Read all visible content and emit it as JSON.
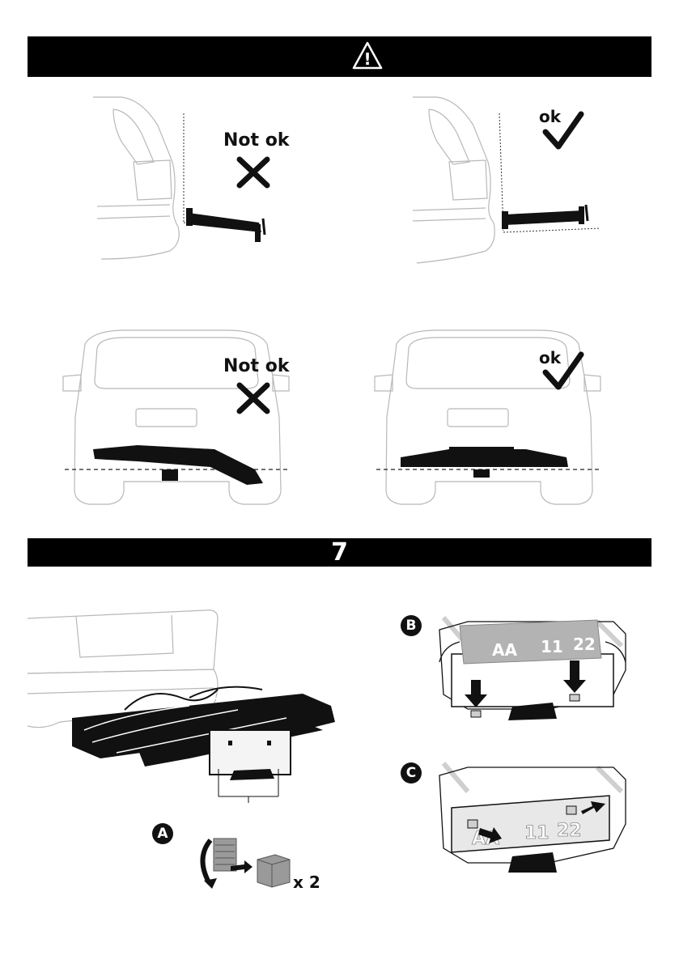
{
  "warning": {
    "icon": "warning-triangle-icon",
    "symbol": "!"
  },
  "checks": {
    "side_bad": "Not ok",
    "side_good": "ok",
    "rear_bad": "Not ok",
    "rear_good": "ok"
  },
  "step": {
    "number": "7"
  },
  "callouts": {
    "a": "A",
    "b": "B",
    "c": "C"
  },
  "plates": {
    "b": {
      "left": "AA",
      "mid": "11",
      "right": "22"
    },
    "c": {
      "left": "AA",
      "mid": "11",
      "right": "22"
    }
  },
  "part_quantity": "x 2",
  "colors": {
    "bar": "#000000",
    "line": "#b8b8b8",
    "rack": "#111111",
    "plate": "#d9d9d9"
  }
}
